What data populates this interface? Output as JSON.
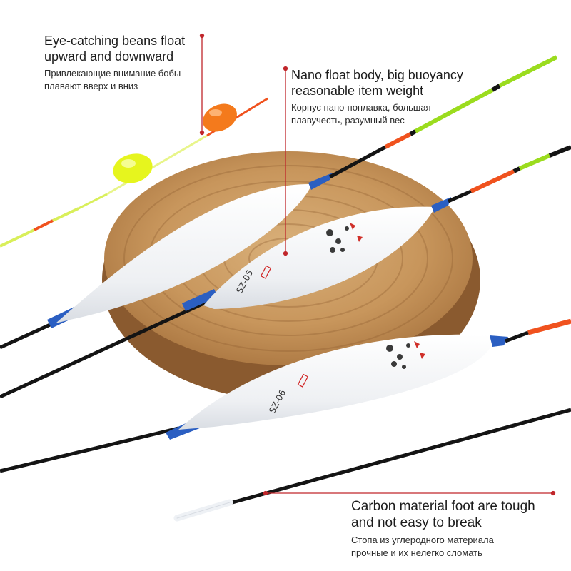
{
  "callouts": {
    "beans": {
      "en_line1": "Eye-catching beans float",
      "en_line2": "upward and downward",
      "ru_line1": "Привлекающие внимание бобы",
      "ru_line2": "плавают вверх и вниз"
    },
    "body": {
      "en_line1": "Nano float body, big buoyancy",
      "en_line2": "reasonable item weight",
      "ru_line1": "Корпус нано-поплавка, большая",
      "ru_line2": "плавучесть, разумный вес"
    },
    "foot": {
      "en_line1": "Carbon material foot are tough",
      "en_line2": "and not easy to break",
      "ru_line1": "Стопа из углеродного материала",
      "ru_line2": "прочные и их нелегко сломать"
    }
  },
  "labels": {
    "float_mid_model": "SZ-05",
    "float_low_model": "SZ-06"
  },
  "colors": {
    "leader_line": "#c0262b",
    "wood": "#b9884f",
    "float_body": "#f4f5f7",
    "carbon": "#141414",
    "tip_orange": "#f0521e",
    "tip_green": "#9bdc1e",
    "bead_orange": "#f47a1c",
    "bead_yellow": "#e6f51e",
    "accent_blue": "#2b5fc2"
  }
}
